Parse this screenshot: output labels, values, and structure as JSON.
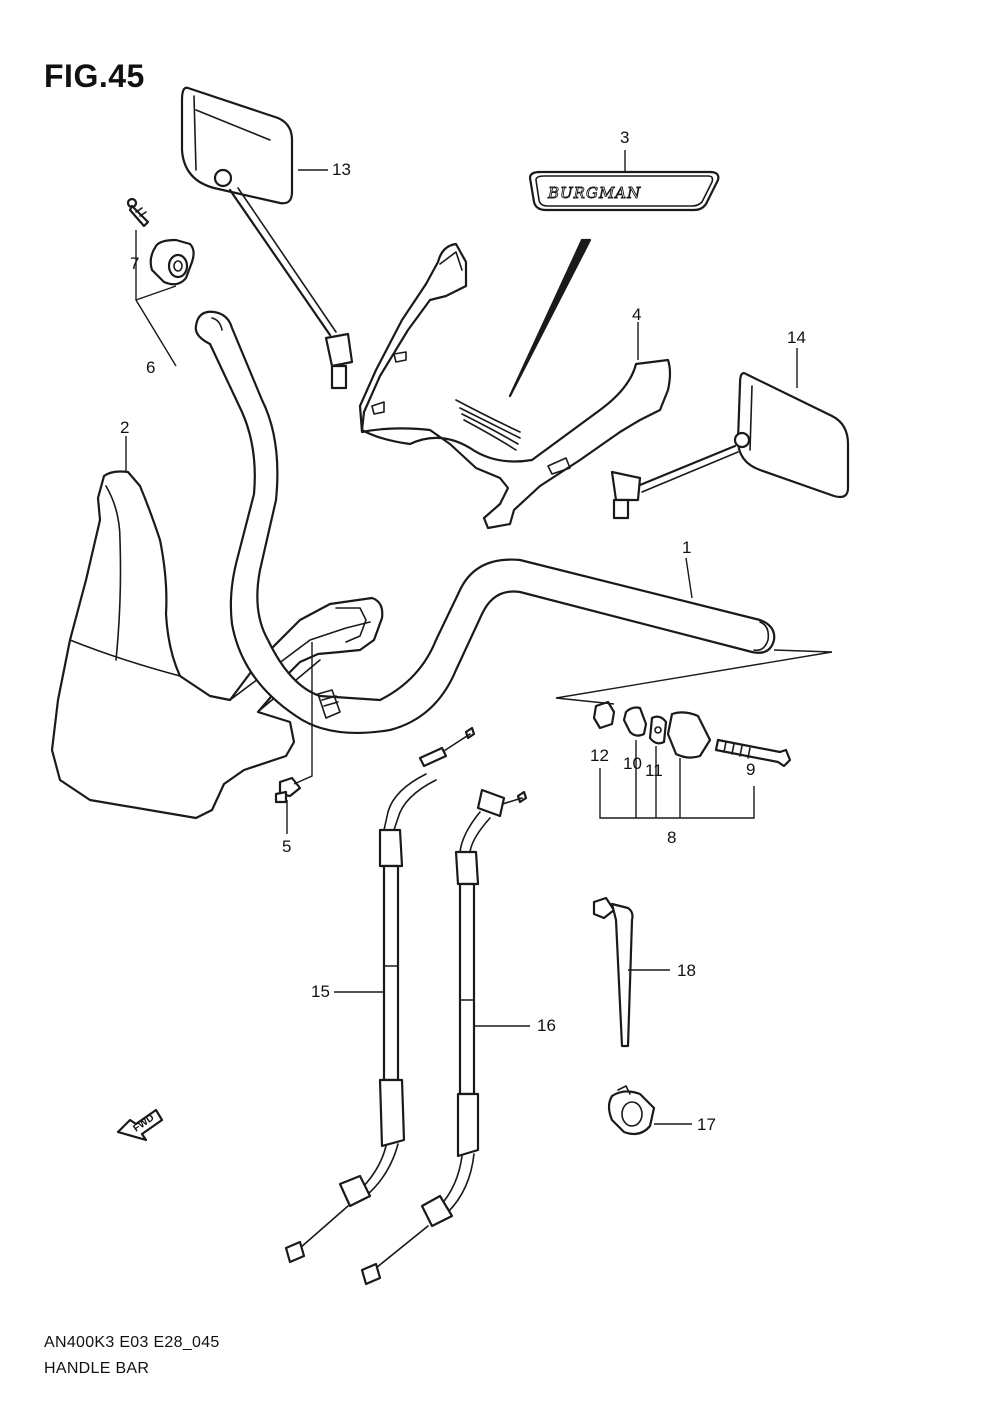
{
  "figure": {
    "title": "FIG.45",
    "code": "AN400K3 E03 E28_045",
    "name": "HANDLE BAR"
  },
  "emblem_text": "BURGMAN",
  "direction_marker": "FWD",
  "callouts": [
    {
      "id": "1",
      "label": "1"
    },
    {
      "id": "2",
      "label": "2"
    },
    {
      "id": "3",
      "label": "3"
    },
    {
      "id": "4",
      "label": "4"
    },
    {
      "id": "5",
      "label": "5"
    },
    {
      "id": "6",
      "label": "6"
    },
    {
      "id": "7",
      "label": "7"
    },
    {
      "id": "8",
      "label": "8"
    },
    {
      "id": "9",
      "label": "9"
    },
    {
      "id": "10",
      "label": "10"
    },
    {
      "id": "11",
      "label": "11"
    },
    {
      "id": "12",
      "label": "12"
    },
    {
      "id": "13",
      "label": "13"
    },
    {
      "id": "14",
      "label": "14"
    },
    {
      "id": "15",
      "label": "15"
    },
    {
      "id": "16",
      "label": "16"
    },
    {
      "id": "17",
      "label": "17"
    },
    {
      "id": "18",
      "label": "18"
    }
  ]
}
